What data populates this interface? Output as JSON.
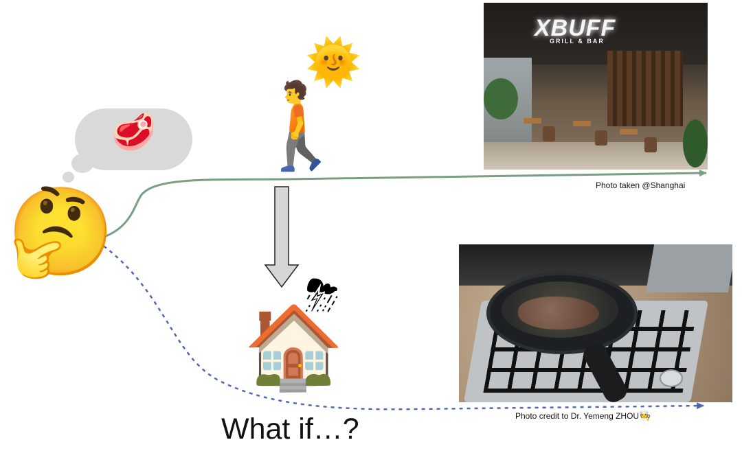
{
  "emojis": {
    "thinking": "🤔",
    "steak": "🥩",
    "sun": "🌞",
    "walking_person": "🚶",
    "house": "🏠",
    "storm_cloud": "⛈",
    "cook": "🧑‍🍳"
  },
  "captions": {
    "restaurant_photo": "Photo taken @Shanghai",
    "kitchen_photo": "Photo credit to Dr. Yemeng ZHOU"
  },
  "restaurant_sign": {
    "name": "XBUFF",
    "subtitle": "GRILL & BAR"
  },
  "main_text": "What if…?",
  "colors": {
    "solid_path": "#7a9e82",
    "dashed_path": "#5068b0",
    "arrow_fill": "#d6d6d6",
    "arrow_stroke": "#222222",
    "bubble": "#d9d9d9"
  }
}
